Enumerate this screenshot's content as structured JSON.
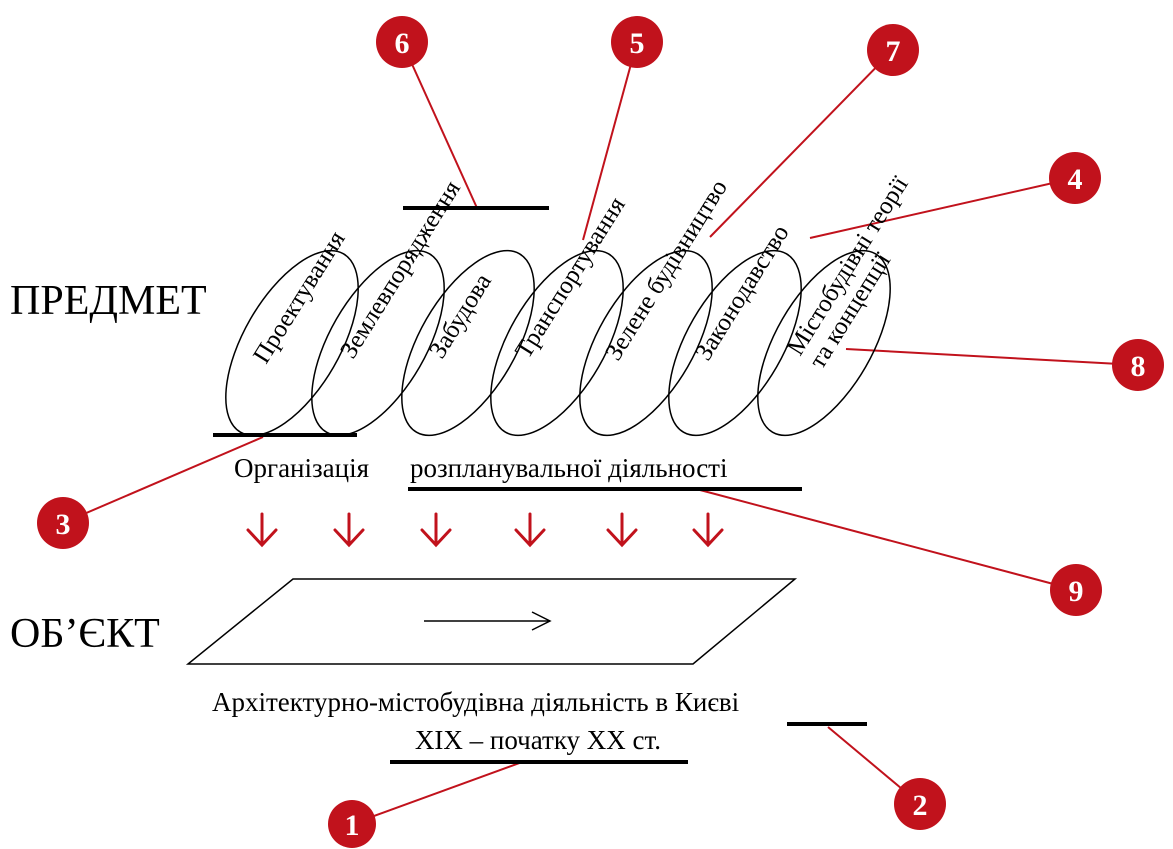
{
  "labels": {
    "subject": "ПРЕДМЕТ",
    "object": "ОБ’ЄКТ"
  },
  "topics": [
    {
      "text": "Проектування"
    },
    {
      "text": "Землевпорядження"
    },
    {
      "text": "Забудова"
    },
    {
      "text": "Транспортування"
    },
    {
      "text": "Зелене будівництво"
    },
    {
      "text": "Законодавство"
    },
    {
      "text": "Містобудівні теорії",
      "line2": "та концепції"
    }
  ],
  "organization": {
    "prefix": "Організація",
    "underlined": "розпланувальної діяльності"
  },
  "object_caption": {
    "line1_prefix": "Архітектурно-містобудівна діяльність в",
    "line1_underlined": "Києві",
    "line2_underlined": "XIX – початку XX ст."
  },
  "markers": [
    "1",
    "2",
    "3",
    "4",
    "5",
    "6",
    "7",
    "8",
    "9"
  ],
  "colors": {
    "accent": "#c1121c",
    "line": "#000000",
    "background": "#ffffff"
  }
}
